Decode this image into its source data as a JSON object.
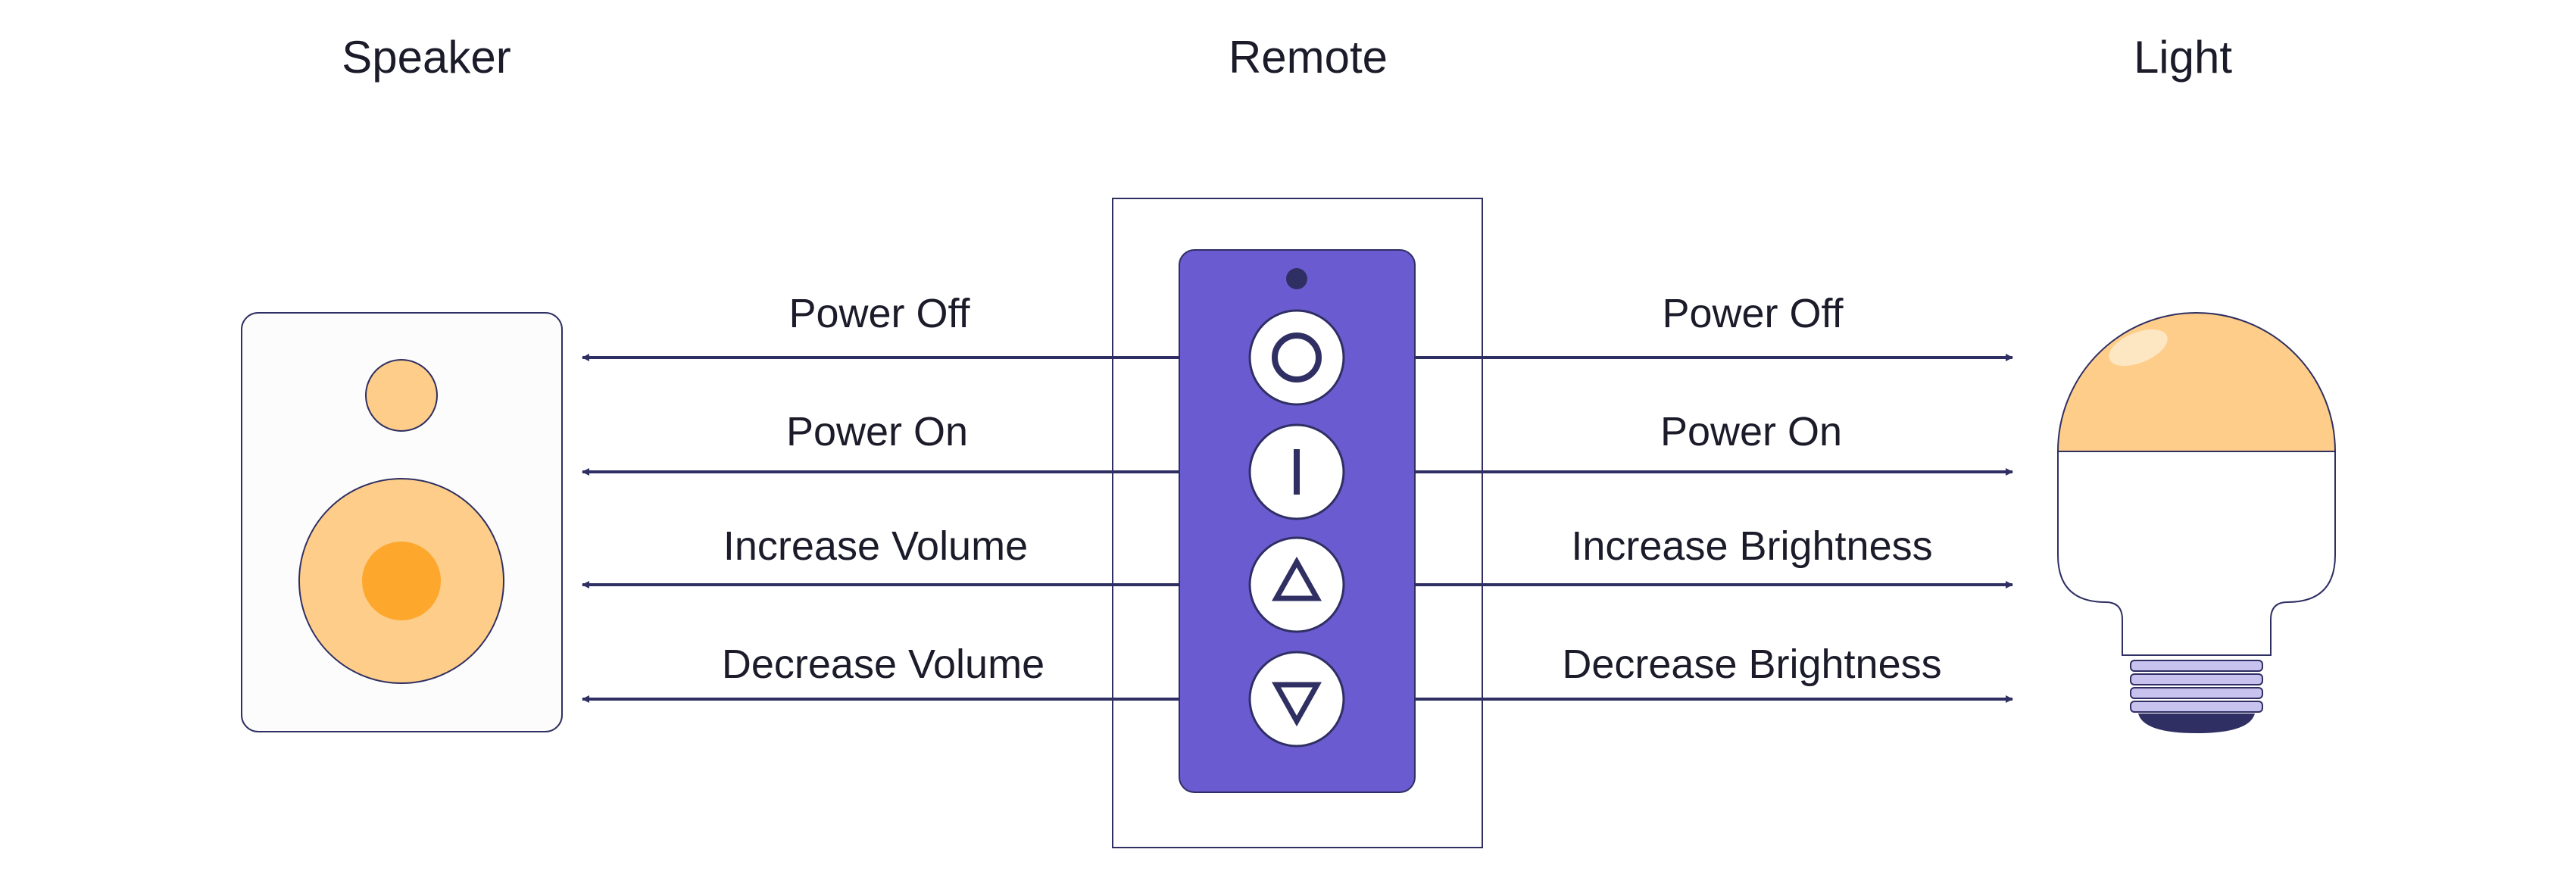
{
  "titles": {
    "speaker": "Speaker",
    "remote": "Remote",
    "light": "Light"
  },
  "speaker_commands": [
    "Power Off",
    "Power On",
    "Increase Volume",
    "Decrease Volume"
  ],
  "light_commands": [
    "Power Off",
    "Power On",
    "Increase Brightness",
    "Decrease Brightness"
  ],
  "remote_buttons": [
    {
      "icon": "circle-icon",
      "meaning": "power-off"
    },
    {
      "icon": "bar-icon",
      "meaning": "power-on"
    },
    {
      "icon": "triangle-up-icon",
      "meaning": "increase"
    },
    {
      "icon": "triangle-down-icon",
      "meaning": "decrease"
    }
  ],
  "colors": {
    "ink": "#2f2f63",
    "remote_body": "#6b5bd0",
    "remote_frame": "#2f2f63",
    "speaker_peach": "#fdcd89",
    "speaker_orange": "#fda72c",
    "bulb_top": "#fdcd89",
    "bulb_base": "#c8c2ee",
    "bulb_tip": "#2f2f63"
  }
}
